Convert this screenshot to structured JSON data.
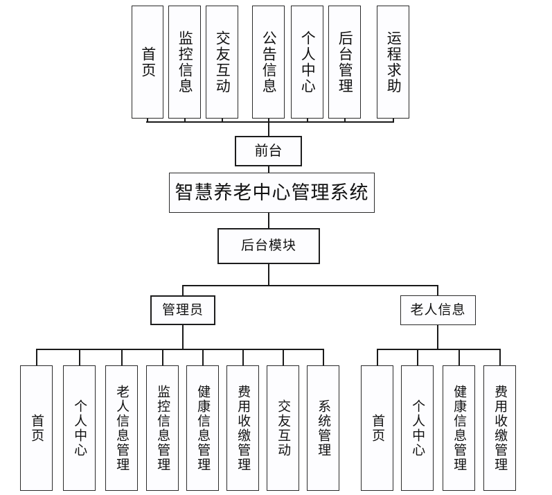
{
  "diagram": {
    "type": "organizational-tree",
    "title_node": "智慧养老中心管理系统",
    "front_node": "前台",
    "back_node": "后台模块",
    "front_children": [
      {
        "label": "首页"
      },
      {
        "label": "监控信息"
      },
      {
        "label": "交友互动"
      },
      {
        "label": "公告信息"
      },
      {
        "label": "个人中心"
      },
      {
        "label": "后台管理"
      },
      {
        "label": "运程求助"
      }
    ],
    "back_children": [
      {
        "label": "管理员"
      },
      {
        "label": "老人信息"
      }
    ],
    "admin_children": [
      {
        "label": "首页"
      },
      {
        "label": "个人中心"
      },
      {
        "label": "老人信息管理"
      },
      {
        "label": "监控信息管理"
      },
      {
        "label": "健康信息管理"
      },
      {
        "label": "费用收缴管理"
      },
      {
        "label": "交友互动"
      },
      {
        "label": "系统管理"
      }
    ],
    "elder_children": [
      {
        "label": "首页"
      },
      {
        "label": "个人中心"
      },
      {
        "label": "健康信息管理"
      },
      {
        "label": "费用收缴管理"
      }
    ],
    "colors": {
      "line": "#1a1a1a",
      "box_border": "#1d1d1d",
      "box_fill": "#fdfdff",
      "text": "#111111",
      "background": "#ffffff"
    }
  }
}
